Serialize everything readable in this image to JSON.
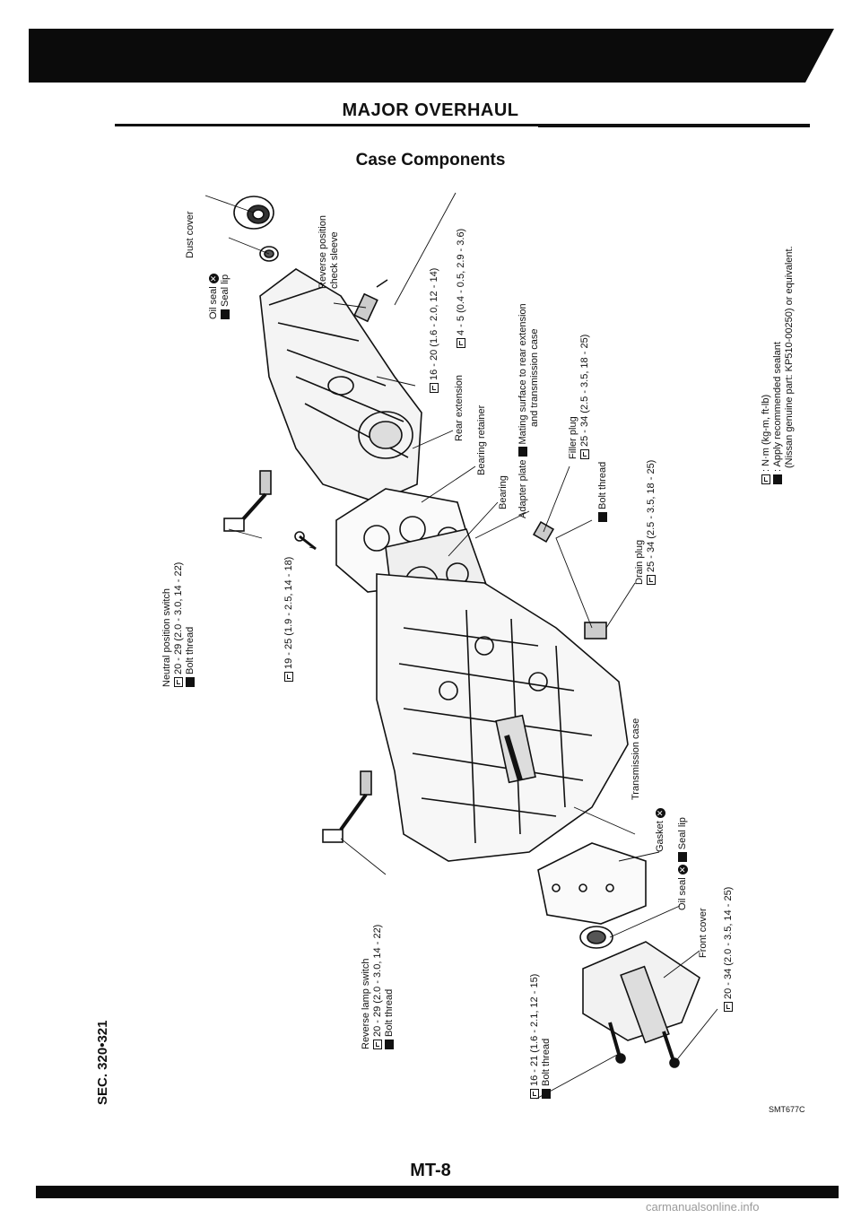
{
  "header": {
    "title": "MAJOR OVERHAUL",
    "section": "Case Components"
  },
  "labels": {
    "dust_cover": "Dust cover",
    "oil_seal_rear": "Oil seal",
    "seal_lip_rear": "Seal lip",
    "reverse_position_check_sleeve_1": "Reverse position",
    "reverse_position_check_sleeve_2": "check sleeve",
    "torque_rear_ext_16_20": "16 - 20 (1.6 - 2.0, 12 - 14)",
    "torque_4_5": "4 - 5 (0.4 - 0.5, 2.9 - 3.6)",
    "rear_extension": "Rear extension",
    "bearing_retainer": "Bearing retainer",
    "bearing": "Bearing",
    "adapter_plate": "Adapter plate",
    "mating_surface_1": "Mating surface to rear extension",
    "mating_surface_2": "and transmission case",
    "filler_plug": "Filler plug",
    "torque_filler": "25 - 34 (2.5 - 3.5, 18 - 25)",
    "bolt_thread_1": "Bolt thread",
    "drain_plug": "Drain plug",
    "torque_drain": "25 - 34 (2.5 - 3.5, 18 - 25)",
    "neutral_position_switch": "Neutral position switch",
    "torque_neutral": "20 - 29 (2.0 - 3.0, 14 - 22)",
    "bolt_thread_2": "Bolt thread",
    "torque_19_25": "19 - 25 (1.9 - 2.5, 14 - 18)",
    "transmission_case": "Transmission case",
    "gasket": "Gasket",
    "oil_seal_front": "Oil seal",
    "seal_lip_front": "Seal lip",
    "front_cover": "Front cover",
    "torque_front_cover": "20 - 34 (2.0 - 3.5, 14 - 25)",
    "reverse_lamp_switch": "Reverse lamp switch",
    "torque_reverse_lamp": "20 - 29 (2.0 - 3.0, 14 - 22)",
    "bolt_thread_3": "Bolt thread",
    "torque_16_21": "16 - 21 (1.6 - 2.1, 12 - 15)",
    "bolt_thread_4": "Bolt thread"
  },
  "legend": {
    "nm": ": N·m (kg-m, ft-lb)",
    "sealant": ": Apply recommended sealant",
    "sealant_part": "(Nissan genuine part: KP510-00250) or equivalent."
  },
  "footer": {
    "sec": "SEC. 320•321",
    "code": "SMT677C",
    "page": "MT-8",
    "watermark": "carmanualsonline.info"
  }
}
